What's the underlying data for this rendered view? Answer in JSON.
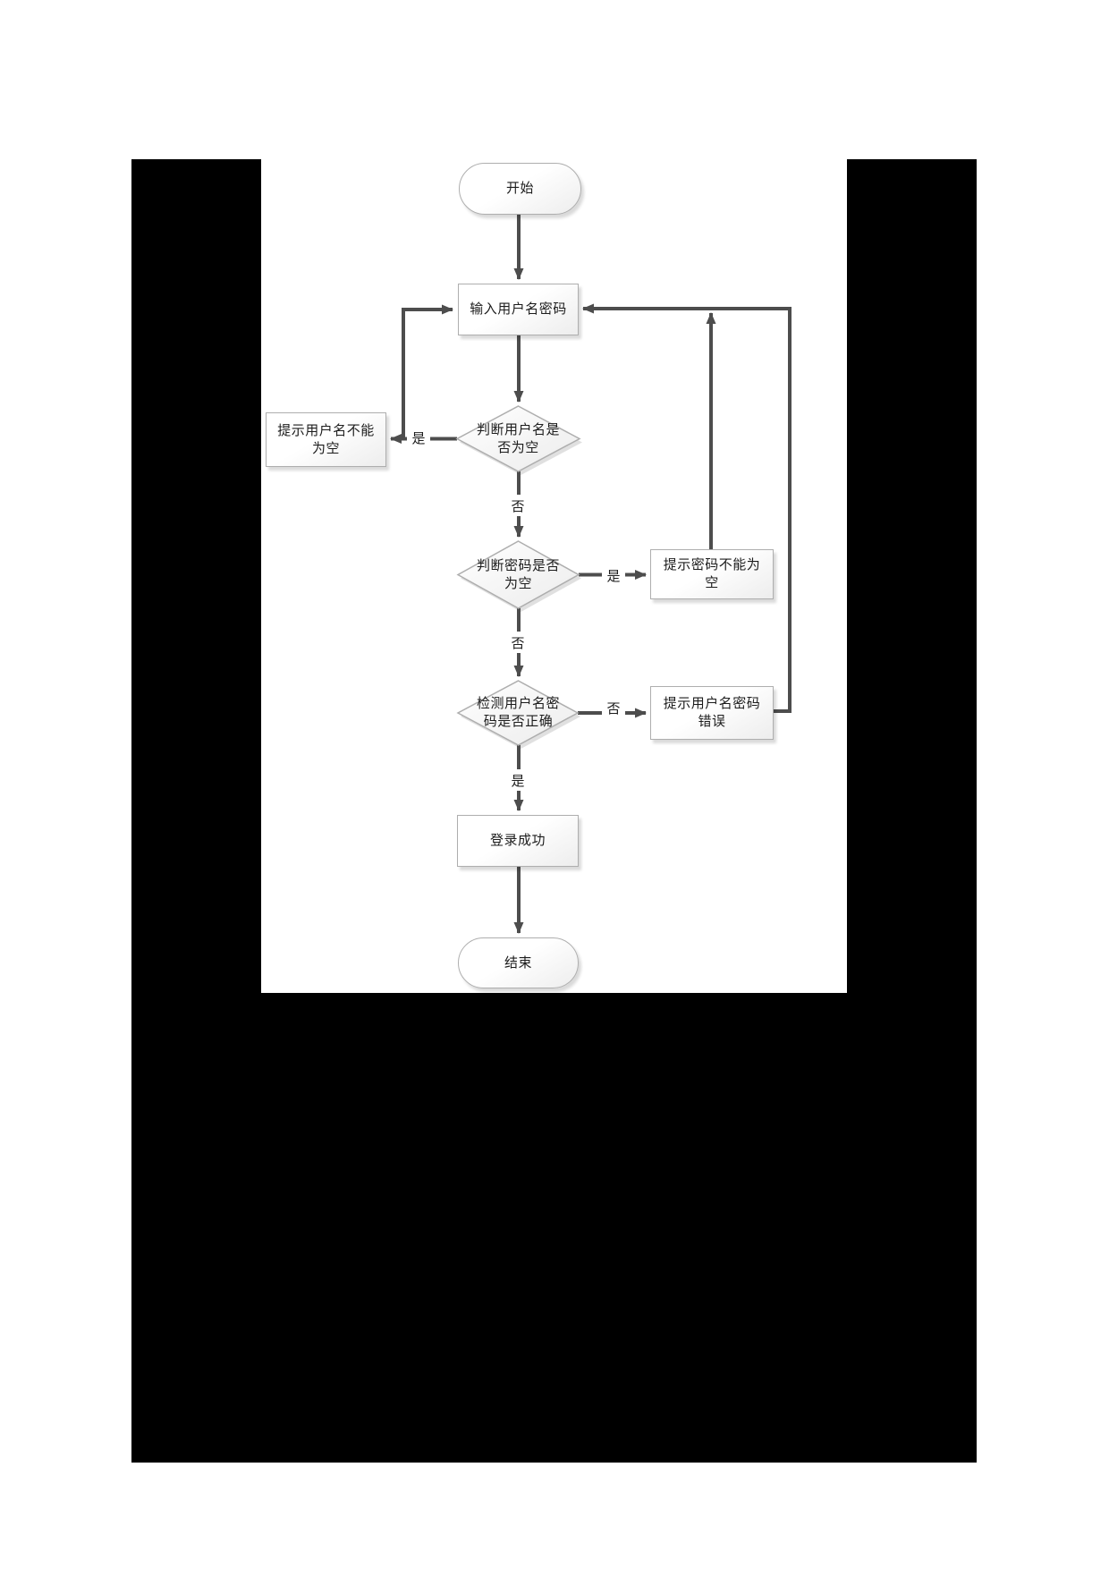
{
  "colors": {
    "page_background": "#ffffff",
    "redaction_black": "#000000",
    "connector": "#4d4d4d",
    "shape_border": "#aeaeae",
    "text": "#1c1c1c"
  },
  "diagram": {
    "type": "flowchart",
    "nodes": [
      {
        "id": "start",
        "type": "terminator",
        "label": "开始"
      },
      {
        "id": "input-credentials",
        "type": "process",
        "label": "输入用户名密码"
      },
      {
        "id": "check-username-empty",
        "type": "decision",
        "label": "判断用户名是\n否为空"
      },
      {
        "id": "tip-username-empty",
        "type": "process",
        "label": "提示用户名不能\n为空"
      },
      {
        "id": "check-password-empty",
        "type": "decision",
        "label": "判断密码是否\n为空"
      },
      {
        "id": "tip-password-empty",
        "type": "process",
        "label": "提示密码不能为\n空"
      },
      {
        "id": "check-credentials-correct",
        "type": "decision",
        "label": "检测用户名密\n码是否正确"
      },
      {
        "id": "tip-credentials-wrong",
        "type": "process",
        "label": "提示用户名密码\n错误"
      },
      {
        "id": "login-success",
        "type": "process",
        "label": "登录成功"
      },
      {
        "id": "end",
        "type": "terminator",
        "label": "结束"
      }
    ],
    "edges": [
      {
        "from": "start",
        "to": "input-credentials",
        "label": ""
      },
      {
        "from": "input-credentials",
        "to": "check-username-empty",
        "label": ""
      },
      {
        "from": "check-username-empty",
        "to": "tip-username-empty",
        "label": "是"
      },
      {
        "from": "tip-username-empty",
        "to": "input-credentials",
        "label": ""
      },
      {
        "from": "check-username-empty",
        "to": "check-password-empty",
        "label": "否"
      },
      {
        "from": "check-password-empty",
        "to": "tip-password-empty",
        "label": "是"
      },
      {
        "from": "tip-password-empty",
        "to": "input-credentials",
        "label": ""
      },
      {
        "from": "check-password-empty",
        "to": "check-credentials-correct",
        "label": "否"
      },
      {
        "from": "check-credentials-correct",
        "to": "tip-credentials-wrong",
        "label": "否"
      },
      {
        "from": "tip-credentials-wrong",
        "to": "input-credentials",
        "label": ""
      },
      {
        "from": "check-credentials-correct",
        "to": "login-success",
        "label": "是"
      },
      {
        "from": "login-success",
        "to": "end",
        "label": ""
      }
    ]
  }
}
